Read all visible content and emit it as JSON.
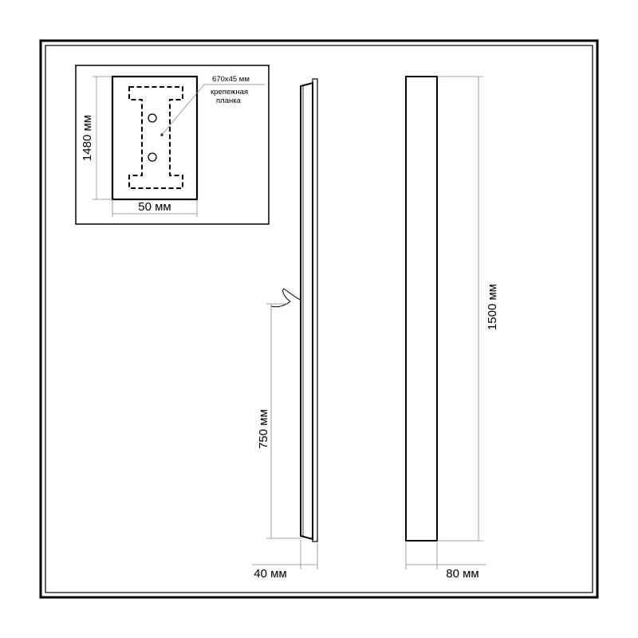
{
  "inset": {
    "height_label": "1480 мм",
    "width_label": "50 мм",
    "plate_size_label": "670x45 мм",
    "plate_name_line1": "крепежная",
    "plate_name_line2": "планка"
  },
  "side_view": {
    "height_label": "750 мм",
    "depth_label": "40 мм"
  },
  "front_view": {
    "height_label": "1500 мм",
    "width_label": "80 мм"
  },
  "colors": {
    "ink": "#000000",
    "dimension_line": "#8a8a8a",
    "background": "#ffffff"
  }
}
